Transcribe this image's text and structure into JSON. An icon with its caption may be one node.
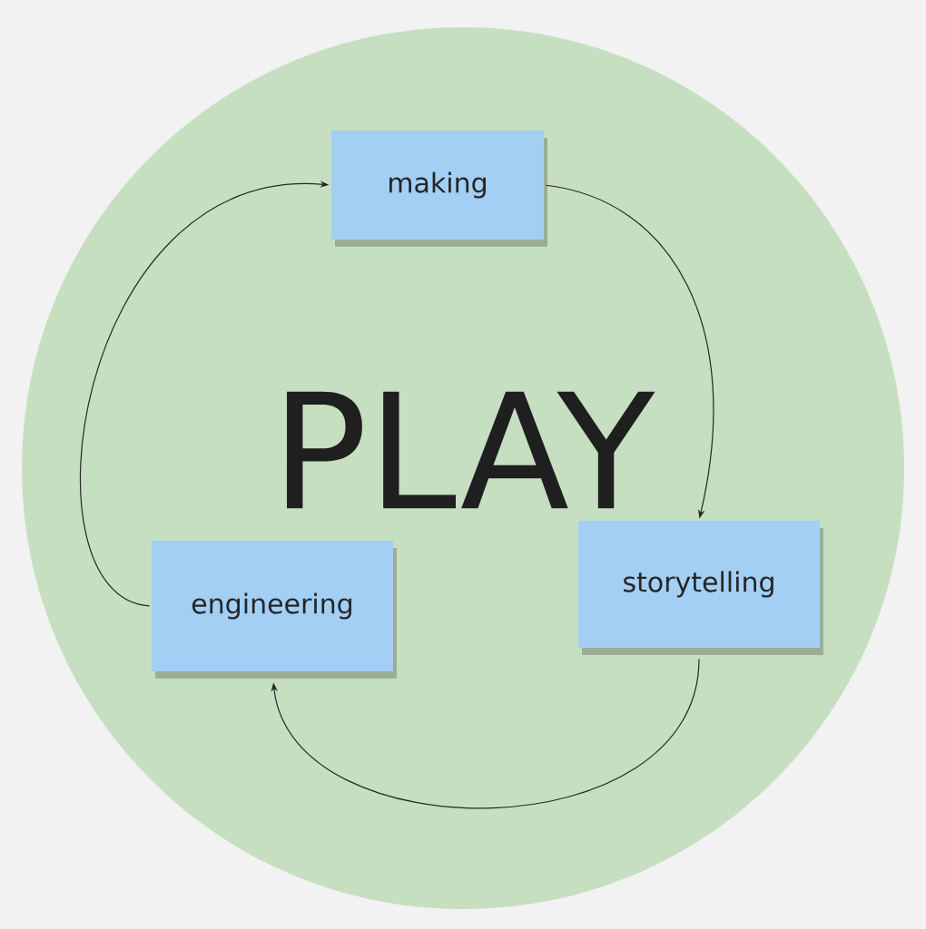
{
  "diagram": {
    "nodes": [
      {
        "text": [
          "PLAY"
        ]
      },
      {
        "text": [
          "making"
        ],
        "in": 0
      },
      {
        "text": [
          "storytelling"
        ],
        "in": 0
      },
      {
        "text": [
          "engineering"
        ],
        "in": 0
      }
    ],
    "edges": [
      {
        "from": 1,
        "to": 2,
        "arrow": "to"
      },
      {
        "from": 2,
        "to": 3,
        "arrow": "to"
      },
      {
        "from": 3,
        "to": 1,
        "arrow": "to"
      }
    ]
  }
}
